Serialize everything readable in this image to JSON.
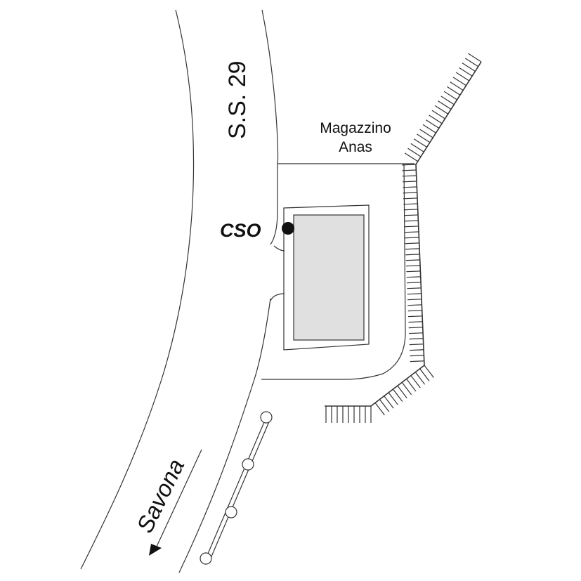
{
  "road": {
    "name": "S.S. 29"
  },
  "building": {
    "line1": "Magazzino",
    "line2": "Anas"
  },
  "station": {
    "label": "CSO"
  },
  "direction": {
    "label": "Savona"
  },
  "colors": {
    "line": "#333333",
    "building_fill": "#e0e0e0",
    "marker": "#111111",
    "hatch": "#333333"
  }
}
